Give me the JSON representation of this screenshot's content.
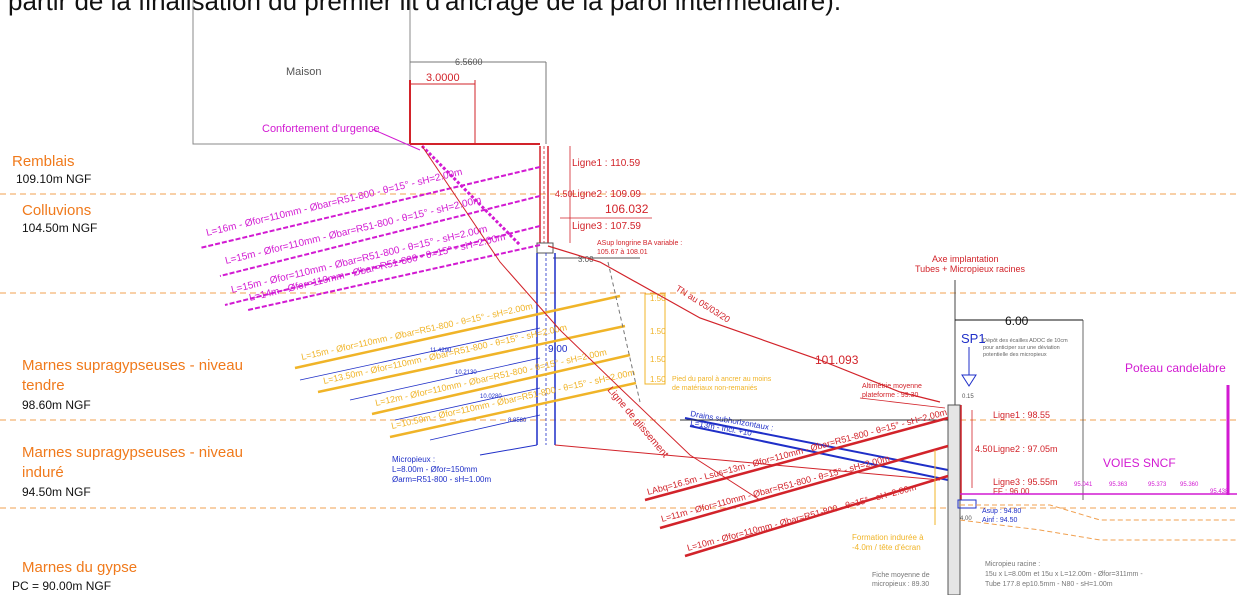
{
  "header_text": "partir de la finalisation du premier lit d'ancrage de la paroi intermédiaire).",
  "building": {
    "label": "Maison",
    "width_dim": "6.5600",
    "offset_dim": "3.0000"
  },
  "urgent_reinforcement": "Confortement d'urgence",
  "layers": [
    {
      "name": "Remblais",
      "level": "109.10m NGF"
    },
    {
      "name": "Colluvions",
      "level": "104.50m NGF"
    },
    {
      "name_line1": "Marnes supragypseuses - niveau",
      "name_line2": "tendre",
      "level": "98.60m NGF"
    },
    {
      "name_line1": "Marnes supragypseuses - niveau",
      "name_line2": "induré",
      "level": "94.50m NGF"
    },
    {
      "name": "Marnes du gypse",
      "level": "PC = 90.00m NGF"
    }
  ],
  "wall_lines": {
    "ligne1": "Ligne1 : 110.59",
    "ligne2": "Ligne2 : 109.09",
    "ligne3": "Ligne3 : 107.59",
    "spacing": "4.50",
    "level_value": "106.032",
    "beam_note_l1": "ASup longrine BA variable :",
    "beam_note_l2": "105.67 à 108.01",
    "beam_width": "3.00"
  },
  "upper_anchors": [
    "L=16m - Øfor=110mm - Øbar=R51-800 - θ=15° - sH=2.00m",
    "L=15m - Øfor=110mm - Øbar=R51-800 - θ=15° - sH=2.00m",
    "L=15m - Øfor=110mm - Øbar=R51-800 - θ=15° - sH=2.00m",
    "L=14m - Øfor=110mm - Øbar=R51-800 - θ=15° - sH=2.00m"
  ],
  "middle_anchors": [
    "L=15m - Øfor=110mm - Øbar=R51-800 - θ=15° - sH=2.00m",
    "L=13.50m - Øfor=110mm - Øbar=R51-800 - θ=15° - sH=2.00m",
    "L=12m - Øfor=110mm - Øbar=R51-800 - θ=15° - sH=2.00m",
    "L=10.50m - Øfor=110mm - Øbar=R51-800 - θ=15° - sH=2.00m"
  ],
  "middle_dims": [
    "11.4290",
    "10.2130",
    "10.0280",
    "8.8580"
  ],
  "micropile_note": [
    "Micropieux :",
    "L=8.00m - Øfor=150mm",
    "Øarm=R51-800 - sH=1.00m"
  ],
  "wall_height": "9.00",
  "spacing_marks": [
    "1.50",
    "1.50",
    "1.50",
    "1.50"
  ],
  "pied_note": [
    "Pied du parol à ancrer au moins",
    "de matériaux non-remaniés"
  ],
  "tn_label": "TN au 05/03/20",
  "tn_value": "101.093",
  "glissement": "Ligne de glissement",
  "drains": [
    "Drains subhorizontaux :",
    "L=13m - Incl. +10°"
  ],
  "axis": {
    "line1": "Axe implantation",
    "line2": "Tubes + Micropieux racines"
  },
  "sp1": {
    "label": "SP1",
    "note": [
      "Dépôt des écailles ADOC de 10cm",
      "pour anticiper sur une déviation",
      "potentielle des micropieux"
    ]
  },
  "six_dim": "6.00",
  "altimetrie": [
    "Altimétrie moyenne",
    "plateforme : 99.30"
  ],
  "level_small": "0.15",
  "poteau": "Poteau candelabre",
  "voies": "VOIES SNCF",
  "right_lines": {
    "ligne1": "Ligne1 : 98.55",
    "ligne2": "Ligne2 : 97.05m",
    "ligne3": "Ligne3 : 95.55m",
    "spacing": "4.50",
    "ff": "FF : 96.00"
  },
  "lower_anchors": [
    "LAbq=16.5m - Lsus=13m - Øfor=110mm - Øbar=R51-800 - θ=15° - sH=2.00m",
    "L=11m - Øfor=110mm - Øbar=R51-800 - θ=15° - sH=2.00m",
    "L=10m - Øfor=110mm - Øbar=R51-800 - θ=15° - sH=2.00m"
  ],
  "track_levels": [
    "95.041",
    "95.363",
    "95.373",
    "95.360",
    "95.438"
  ],
  "asup": "Asup : 94.80",
  "ainf": "Ainf : 94.50",
  "small_dim": "4.00",
  "forme": [
    "Formation indurée à",
    "-4.0m / tête d'écran"
  ],
  "fiche": [
    "Fiche moyenne de",
    "micropieux : 89.30"
  ],
  "racine": [
    "Micropieu racine :",
    "15u x L=8.00m et 15u x L=12.00m - Øfor=311mm -",
    "Tube 177.8 ep10.5mm - N80 - sH=1.00m"
  ],
  "colors": {
    "orange": "#f07a1c",
    "magenta": "#d21ad2",
    "red": "#d2232a",
    "blue": "#1f2fc8",
    "yellow": "#f0b428",
    "gray": "#777777"
  }
}
